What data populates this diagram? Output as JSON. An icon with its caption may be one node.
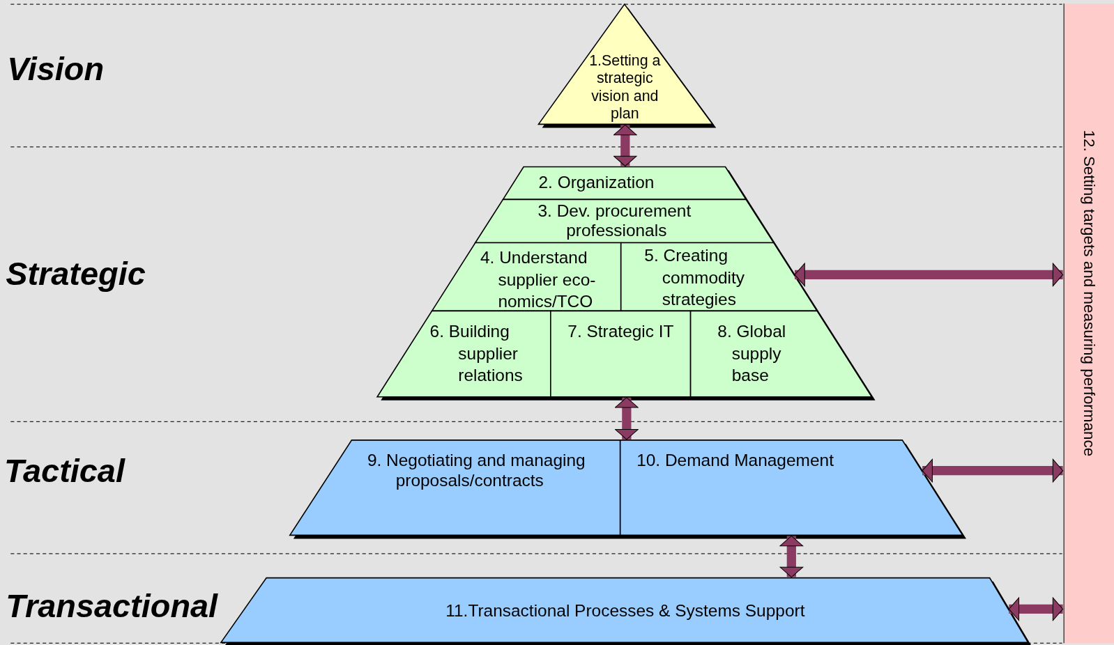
{
  "diagram": {
    "nodes": [
      {
        "text": [
          "1.Setting a strategic vision and plan"
        ]
      },
      {
        "text": [
          "2. Organization"
        ]
      },
      {
        "text": [
          "3. Dev. procurement professionals"
        ]
      },
      {
        "text": [
          "4. Understand supplier eco- nomics/TCO"
        ]
      },
      {
        "text": [
          "5. Creating commodity strategies"
        ]
      },
      {
        "text": [
          "6. Building supplier relations"
        ]
      },
      {
        "text": [
          "7. Strategic IT"
        ]
      },
      {
        "text": [
          "8. Global supply base"
        ]
      },
      {
        "text": [
          "9. Negotiating and managing proposals/contracts"
        ]
      },
      {
        "text": [
          "10. Demand Management"
        ]
      },
      {
        "text": [
          "11.Transactional Processes & Systems Support"
        ]
      },
      {
        "text": [
          "12. Setting targets and measuring performance"
        ]
      }
    ],
    "edges": [
      {
        "from": 0,
        "to": 1,
        "arrow": "both"
      },
      {
        "from": 6,
        "to": 9,
        "arrow": "both"
      },
      {
        "from": 9,
        "to": 10,
        "arrow": "both"
      },
      {
        "from": 4,
        "to": 11,
        "arrow": "both"
      },
      {
        "from": 9,
        "to": 11,
        "arrow": "both"
      },
      {
        "from": 10,
        "to": 11,
        "arrow": "both"
      }
    ],
    "labels": [
      "Vision",
      "Strategic",
      "Tactical",
      "Transactional"
    ]
  }
}
